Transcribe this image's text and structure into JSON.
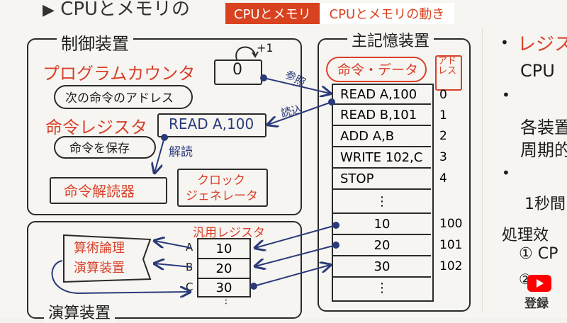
{
  "header": {
    "topic": "CPUとメモリ",
    "subtitle": "CPUとメモリの動き",
    "partial_heading": "CPUとメモリの"
  },
  "control_unit": {
    "label": "制御装置",
    "program_counter": "プログラムカウンタ",
    "pc_note": "次の命令のアドレス",
    "pc_value": "0",
    "pc_increment": "+1",
    "instruction_register": "命令レジスタ",
    "ir_note": "命令を保存",
    "ir_value": "READ A,100",
    "decode_label": "解読",
    "decoder": "命令解読器",
    "clock_line1": "クロック",
    "clock_line2": "ジェネレータ"
  },
  "arrows": {
    "reference": "参照",
    "read_in": "読込"
  },
  "memory": {
    "label": "主記憶装置",
    "bubble": "命令・データ",
    "address_header": "アドレス",
    "rows": [
      {
        "content": "READ A,100",
        "address": "0"
      },
      {
        "content": "READ B,101",
        "address": "1"
      },
      {
        "content": "ADD A,B",
        "address": "2"
      },
      {
        "content": "WRITE 102,C",
        "address": "3"
      },
      {
        "content": "STOP",
        "address": "4"
      },
      {
        "content": "⋮",
        "address": ""
      },
      {
        "content": "10",
        "address": "100"
      },
      {
        "content": "20",
        "address": "101"
      },
      {
        "content": "30",
        "address": "102"
      },
      {
        "content": "⋮",
        "address": ""
      }
    ]
  },
  "alu_unit": {
    "label": "演算装置",
    "alu_line1": "算術論理",
    "alu_line2": "演算装置",
    "registers_label": "汎用レジスタ",
    "registers": [
      {
        "name": "A",
        "value": "10"
      },
      {
        "name": "B",
        "value": "20"
      },
      {
        "name": "C",
        "value": "30"
      }
    ],
    "more": "⋮"
  },
  "side_notes": {
    "bullet": "•",
    "line1": "レジス",
    "line2": "CPU",
    "line3": "各装置",
    "line4": "周期的",
    "line5": "1秒間",
    "line6": "処理效",
    "line7": "① CP",
    "line8": "②"
  },
  "youtube": {
    "label": "登録"
  }
}
